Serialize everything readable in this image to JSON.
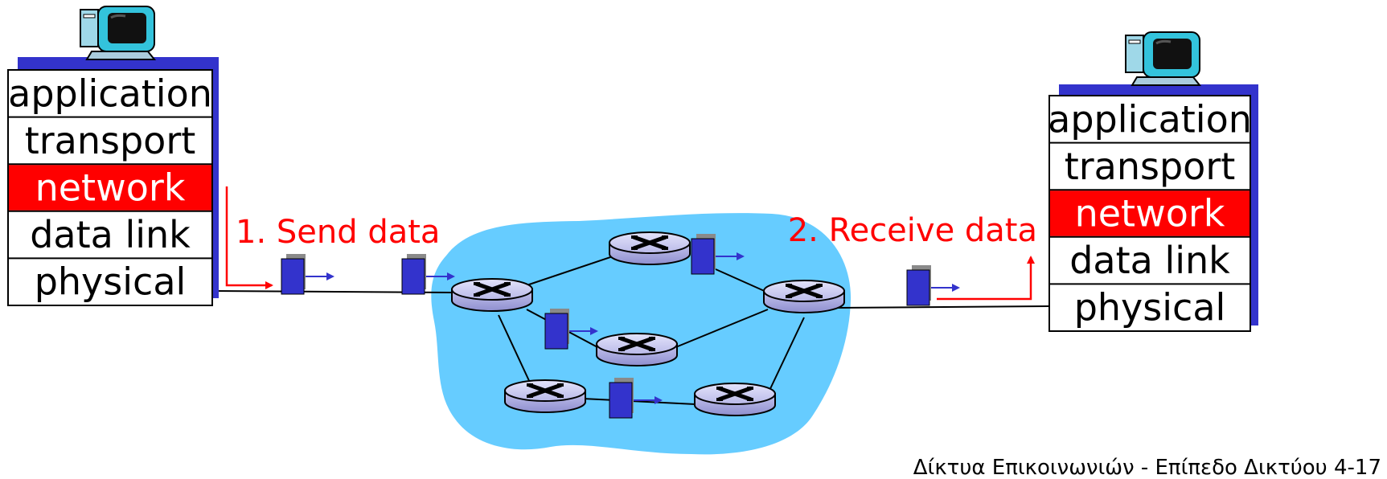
{
  "left_host": {
    "layers": [
      "application",
      "transport",
      "network",
      "data link",
      "physical"
    ],
    "highlighted_layer": "network"
  },
  "right_host": {
    "layers": [
      "application",
      "transport",
      "network",
      "data link",
      "physical"
    ],
    "highlighted_layer": "network"
  },
  "steps": {
    "send": "1. Send data",
    "receive": "2. Receive data"
  },
  "footer": "Δίκτυα Επικοινωνιών - Επίπεδο Δικτύου   4-17",
  "colors": {
    "network_highlight": "#ff0000",
    "step_text": "#ff0000",
    "cloud_fill": "#66ccff",
    "packet": "#3333cc",
    "host_shadow": "#3333cc",
    "router_fill": "#c8c8f0"
  }
}
